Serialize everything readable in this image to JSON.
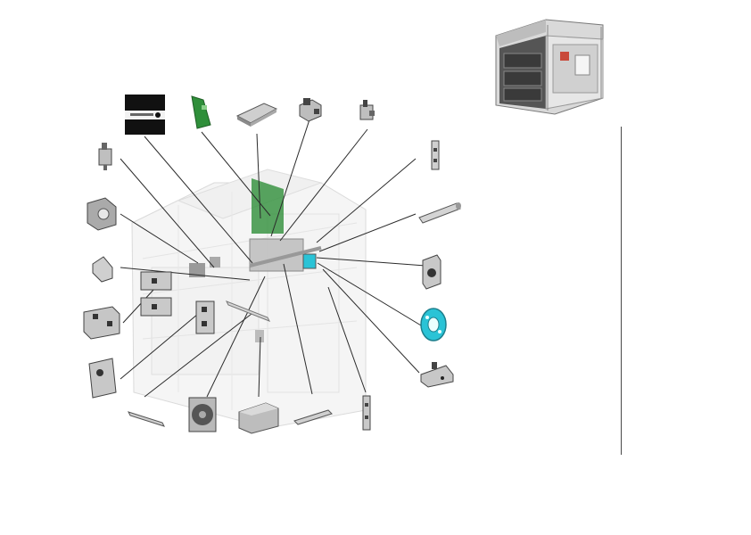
{
  "page": {
    "title": "",
    "thumbnail_label": "",
    "notes": ""
  },
  "colors": {
    "line": "#2b2b2b",
    "ghost": "#cfcfcf",
    "board": "#2f8f3a",
    "accent": "#2ac3d6",
    "part": "#9a9a9a",
    "part_dark": "#3e3e3e"
  },
  "callouts": [
    "power-switch-part",
    "label-plate-part",
    "circuit-board-part",
    "filter-pad-part",
    "bracket-a-part",
    "sensor-part",
    "side-rail-part",
    "shaft-part",
    "bracket-b-part",
    "pulley-part",
    "tab-bracket-part",
    "long-bracket-part",
    "cable-strip-part",
    "block-part",
    "fan-part",
    "rod-part",
    "plate-part",
    "mount-bracket-part",
    "latch-part",
    "hinge-part",
    "cover-part",
    "small-switch-part"
  ]
}
